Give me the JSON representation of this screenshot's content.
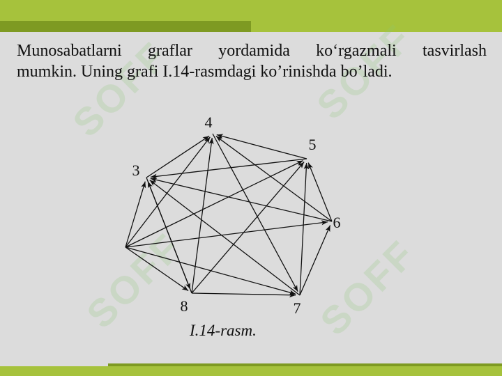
{
  "slide": {
    "paragraph_line1": "Munosabatlarni graflar yordamida ko‘rgazmali tasvirlash",
    "paragraph_line2": "mumkin. Uning grafi I.14-rasmdagi ko’rinishda bo’ladi.",
    "caption": "I.14-rasm.",
    "watermark_text": "SOFF"
  },
  "graph": {
    "nodes": [
      {
        "id": "1",
        "label": ""
      },
      {
        "id": "3",
        "label": "3"
      },
      {
        "id": "4",
        "label": "4"
      },
      {
        "id": "5",
        "label": "5"
      },
      {
        "id": "6",
        "label": "6"
      },
      {
        "id": "7",
        "label": "7"
      },
      {
        "id": "8",
        "label": "8"
      }
    ],
    "edges": [
      {
        "from": "1",
        "to": "3"
      },
      {
        "from": "1",
        "to": "4"
      },
      {
        "from": "1",
        "to": "5"
      },
      {
        "from": "1",
        "to": "6"
      },
      {
        "from": "1",
        "to": "7"
      },
      {
        "from": "1",
        "to": "8"
      },
      {
        "from": "3",
        "to": "4"
      },
      {
        "from": "3",
        "to": "8"
      },
      {
        "from": "4",
        "to": "7"
      },
      {
        "from": "5",
        "to": "4"
      },
      {
        "from": "5",
        "to": "3"
      },
      {
        "from": "6",
        "to": "3"
      },
      {
        "from": "6",
        "to": "4"
      },
      {
        "from": "6",
        "to": "5"
      },
      {
        "from": "7",
        "to": "3"
      },
      {
        "from": "7",
        "to": "5"
      },
      {
        "from": "7",
        "to": "6"
      },
      {
        "from": "8",
        "to": "3"
      },
      {
        "from": "8",
        "to": "4"
      },
      {
        "from": "8",
        "to": "5"
      },
      {
        "from": "8",
        "to": "7"
      }
    ]
  },
  "colors": {
    "accent": "#a6c23c",
    "accent_dark": "#7e9a22",
    "background": "#dcdcdc"
  }
}
